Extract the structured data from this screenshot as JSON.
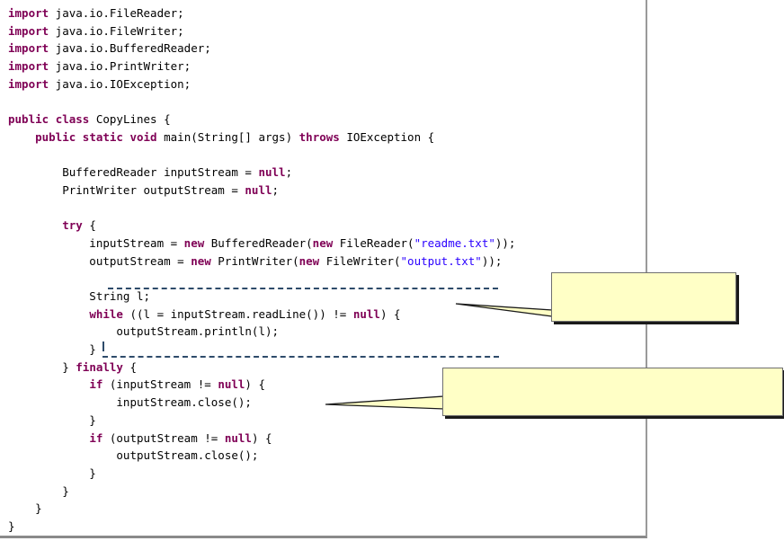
{
  "editor": {
    "lines": [
      [
        {
          "t": "import",
          "k": "kw"
        },
        {
          "t": " java.io.FileReader;",
          "k": "plain"
        }
      ],
      [
        {
          "t": "import",
          "k": "kw"
        },
        {
          "t": " java.io.FileWriter;",
          "k": "plain"
        }
      ],
      [
        {
          "t": "import",
          "k": "kw"
        },
        {
          "t": " java.io.BufferedReader;",
          "k": "plain"
        }
      ],
      [
        {
          "t": "import",
          "k": "kw"
        },
        {
          "t": " java.io.PrintWriter;",
          "k": "plain"
        }
      ],
      [
        {
          "t": "import",
          "k": "kw"
        },
        {
          "t": " java.io.IOException;",
          "k": "plain"
        }
      ],
      [],
      [
        {
          "t": "public",
          "k": "kw"
        },
        {
          "t": " ",
          "k": "plain"
        },
        {
          "t": "class",
          "k": "kw"
        },
        {
          "t": " CopyLines {",
          "k": "plain"
        }
      ],
      [
        {
          "t": "    ",
          "k": "plain"
        },
        {
          "t": "public",
          "k": "kw"
        },
        {
          "t": " ",
          "k": "plain"
        },
        {
          "t": "static",
          "k": "kw"
        },
        {
          "t": " ",
          "k": "plain"
        },
        {
          "t": "void",
          "k": "kw"
        },
        {
          "t": " main(String[] args) ",
          "k": "plain"
        },
        {
          "t": "throws",
          "k": "kw"
        },
        {
          "t": " IOException {",
          "k": "plain"
        }
      ],
      [],
      [
        {
          "t": "        BufferedReader inputStream = ",
          "k": "plain"
        },
        {
          "t": "null",
          "k": "kw"
        },
        {
          "t": ";",
          "k": "plain"
        }
      ],
      [
        {
          "t": "        PrintWriter outputStream = ",
          "k": "plain"
        },
        {
          "t": "null",
          "k": "kw"
        },
        {
          "t": ";",
          "k": "plain"
        }
      ],
      [],
      [
        {
          "t": "        ",
          "k": "plain"
        },
        {
          "t": "try",
          "k": "kw"
        },
        {
          "t": " {",
          "k": "plain"
        }
      ],
      [
        {
          "t": "            inputStream = ",
          "k": "plain"
        },
        {
          "t": "new",
          "k": "kw"
        },
        {
          "t": " BufferedReader(",
          "k": "plain"
        },
        {
          "t": "new",
          "k": "kw"
        },
        {
          "t": " FileReader(",
          "k": "plain"
        },
        {
          "t": "\"readme.txt\"",
          "k": "str"
        },
        {
          "t": "));",
          "k": "plain"
        }
      ],
      [
        {
          "t": "            outputStream = ",
          "k": "plain"
        },
        {
          "t": "new",
          "k": "kw"
        },
        {
          "t": " PrintWriter(",
          "k": "plain"
        },
        {
          "t": "new",
          "k": "kw"
        },
        {
          "t": " FileWriter(",
          "k": "plain"
        },
        {
          "t": "\"output.txt\"",
          "k": "str"
        },
        {
          "t": "));",
          "k": "plain"
        }
      ],
      [],
      [
        {
          "t": "            String l;",
          "k": "plain"
        }
      ],
      [
        {
          "t": "            ",
          "k": "plain"
        },
        {
          "t": "while",
          "k": "kw"
        },
        {
          "t": " ((l = inputStream.readLine()) != ",
          "k": "plain"
        },
        {
          "t": "null",
          "k": "kw"
        },
        {
          "t": ") {",
          "k": "plain"
        }
      ],
      [
        {
          "t": "                outputStream.println(l);",
          "k": "plain"
        }
      ],
      [
        {
          "t": "            }",
          "k": "plain"
        }
      ],
      [
        {
          "t": "        } ",
          "k": "plain"
        },
        {
          "t": "finally",
          "k": "kw"
        },
        {
          "t": " {",
          "k": "plain"
        }
      ],
      [
        {
          "t": "            ",
          "k": "plain"
        },
        {
          "t": "if",
          "k": "kw"
        },
        {
          "t": " (inputStream != ",
          "k": "plain"
        },
        {
          "t": "null",
          "k": "kw"
        },
        {
          "t": ") {",
          "k": "plain"
        }
      ],
      [
        {
          "t": "                inputStream.close();",
          "k": "plain"
        }
      ],
      [
        {
          "t": "            }",
          "k": "plain"
        }
      ],
      [
        {
          "t": "            ",
          "k": "plain"
        },
        {
          "t": "if",
          "k": "kw"
        },
        {
          "t": " (outputStream != ",
          "k": "plain"
        },
        {
          "t": "null",
          "k": "kw"
        },
        {
          "t": ") {",
          "k": "plain"
        }
      ],
      [
        {
          "t": "                outputStream.close();",
          "k": "plain"
        }
      ],
      [
        {
          "t": "            }",
          "k": "plain"
        }
      ],
      [
        {
          "t": "        }",
          "k": "plain"
        }
      ],
      [
        {
          "t": "    }",
          "k": "plain"
        }
      ],
      [
        {
          "t": "}",
          "k": "plain"
        }
      ]
    ]
  },
  "callouts": [
    {
      "text": ""
    },
    {
      "text": ""
    }
  ],
  "colors": {
    "keyword": "#7f0055",
    "string": "#2a00ff",
    "plain": "#000000",
    "callout_fill": "#ffffc6",
    "dash": "#2e4b6a"
  }
}
